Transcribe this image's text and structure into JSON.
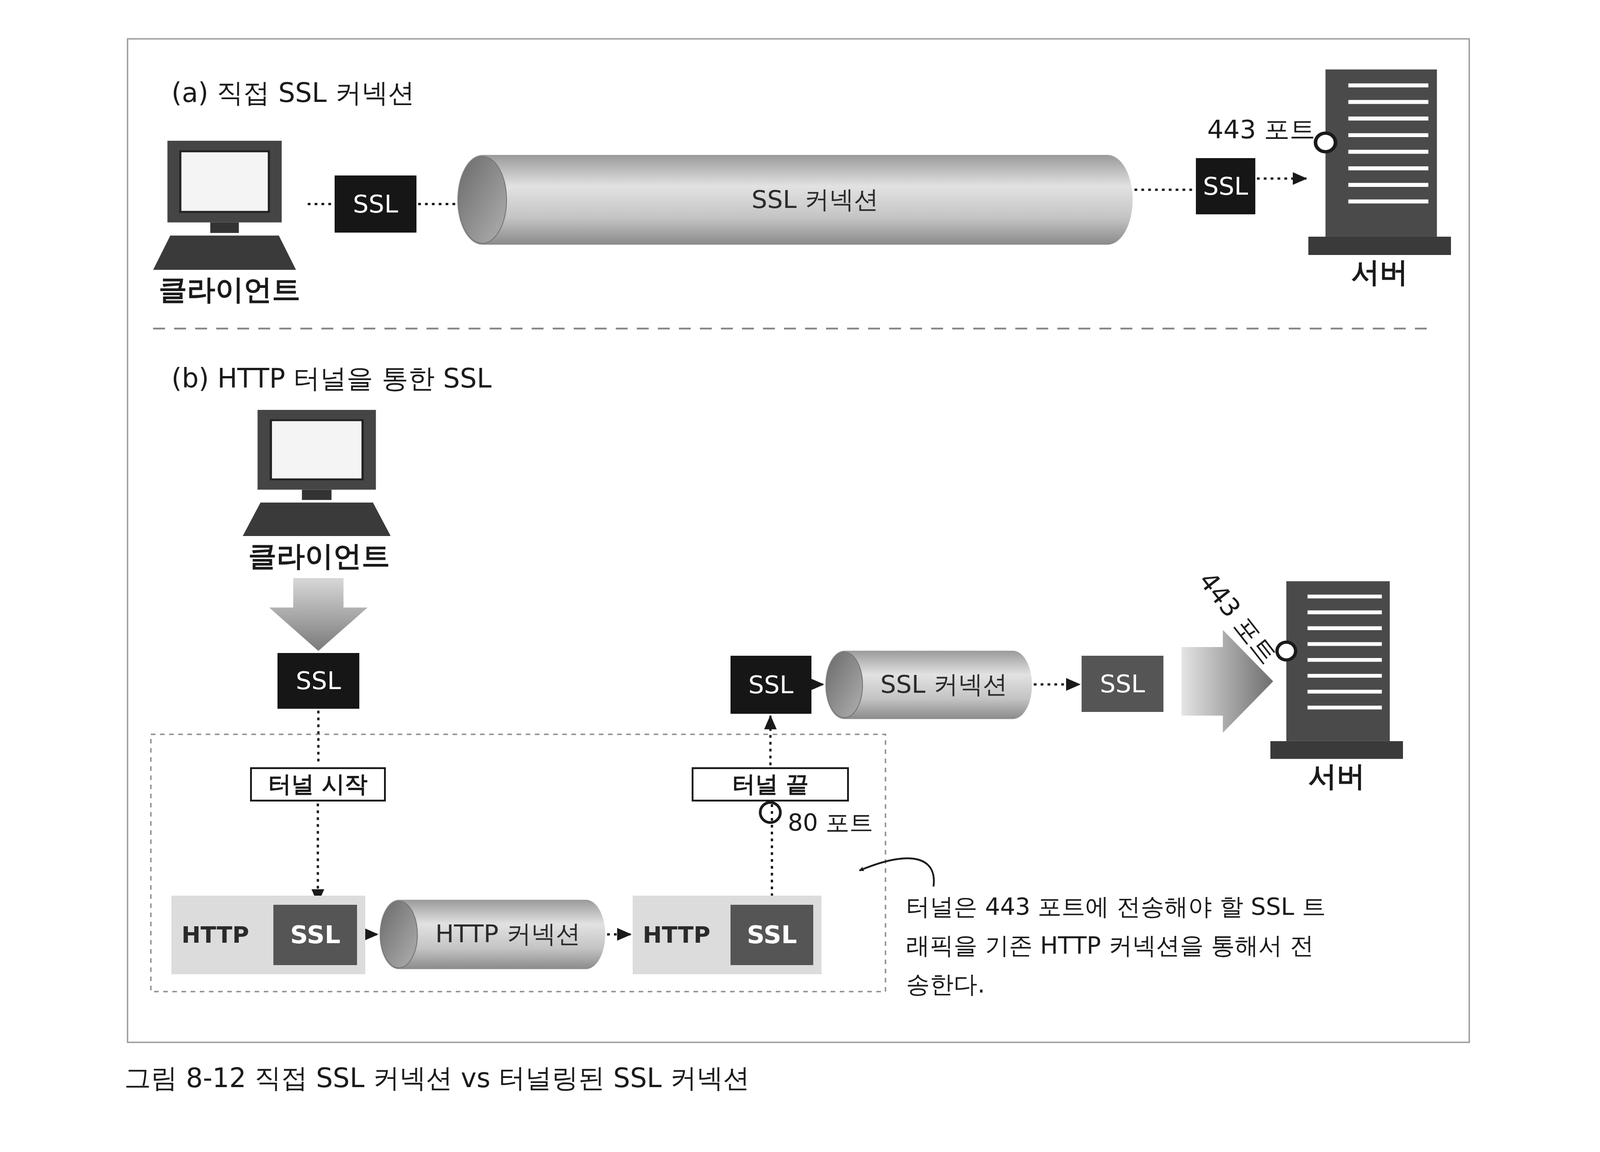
{
  "diagram": {
    "caption": "그림 8-12 직접 SSL 커넥션 vs 터널링된 SSL 커넥션",
    "nodes": [
      {
        "text": [
          "클라이언트"
        ]
      },
      {
        "text": [
          "SSL"
        ]
      },
      {
        "text": [
          "SSL 커넥션"
        ]
      },
      {
        "text": [
          "SSL"
        ]
      },
      {
        "text": [
          "서버"
        ]
      },
      {
        "text": [
          "클라이언트"
        ]
      },
      {
        "text": [
          "SSL"
        ]
      },
      {
        "text": [
          "터널 시작"
        ]
      },
      {
        "text": [
          "HTTP"
        ]
      },
      {
        "text": [
          "SSL"
        ],
        "in": 8
      },
      {
        "text": [
          "HTTP 커넥션"
        ]
      },
      {
        "text": [
          "HTTP"
        ]
      },
      {
        "text": [
          "SSL"
        ],
        "in": 11
      },
      {
        "text": [
          "터널 끝"
        ]
      },
      {
        "text": [
          "SSL"
        ]
      },
      {
        "text": [
          "SSL 커넥션"
        ]
      },
      {
        "text": [
          "SSL"
        ]
      },
      {
        "text": [
          "서버"
        ]
      }
    ],
    "edges": [
      {
        "from": 0,
        "to": 1,
        "arrow": "none"
      },
      {
        "from": 1,
        "to": 2,
        "arrow": "none"
      },
      {
        "from": 2,
        "to": 3,
        "arrow": "none"
      },
      {
        "from": 3,
        "to": 4,
        "arrow": "to"
      },
      {
        "from": 5,
        "to": 6,
        "arrow": "to"
      },
      {
        "from": 6,
        "to": 7,
        "arrow": "none"
      },
      {
        "from": 7,
        "to": 9,
        "arrow": "to"
      },
      {
        "from": 8,
        "to": 10,
        "arrow": "to"
      },
      {
        "from": 10,
        "to": 11,
        "arrow": "to"
      },
      {
        "from": 12,
        "to": 13,
        "arrow": "none"
      },
      {
        "from": 13,
        "to": 14,
        "arrow": "to"
      },
      {
        "from": 14,
        "to": 15,
        "arrow": "to"
      },
      {
        "from": 15,
        "to": 16,
        "arrow": "to"
      },
      {
        "from": 16,
        "to": 17,
        "arrow": "to"
      }
    ],
    "labels": [
      "(a) 직접 SSL 커넥션",
      "443 포트",
      "(b) HTTP 터널을 통한 SSL",
      "80 포트",
      "443 포트",
      "터널은 443 포트에 전송해야 할 SSL 트래픽을 기존 HTTP 커넥션을 통해서 전송한다."
    ]
  }
}
